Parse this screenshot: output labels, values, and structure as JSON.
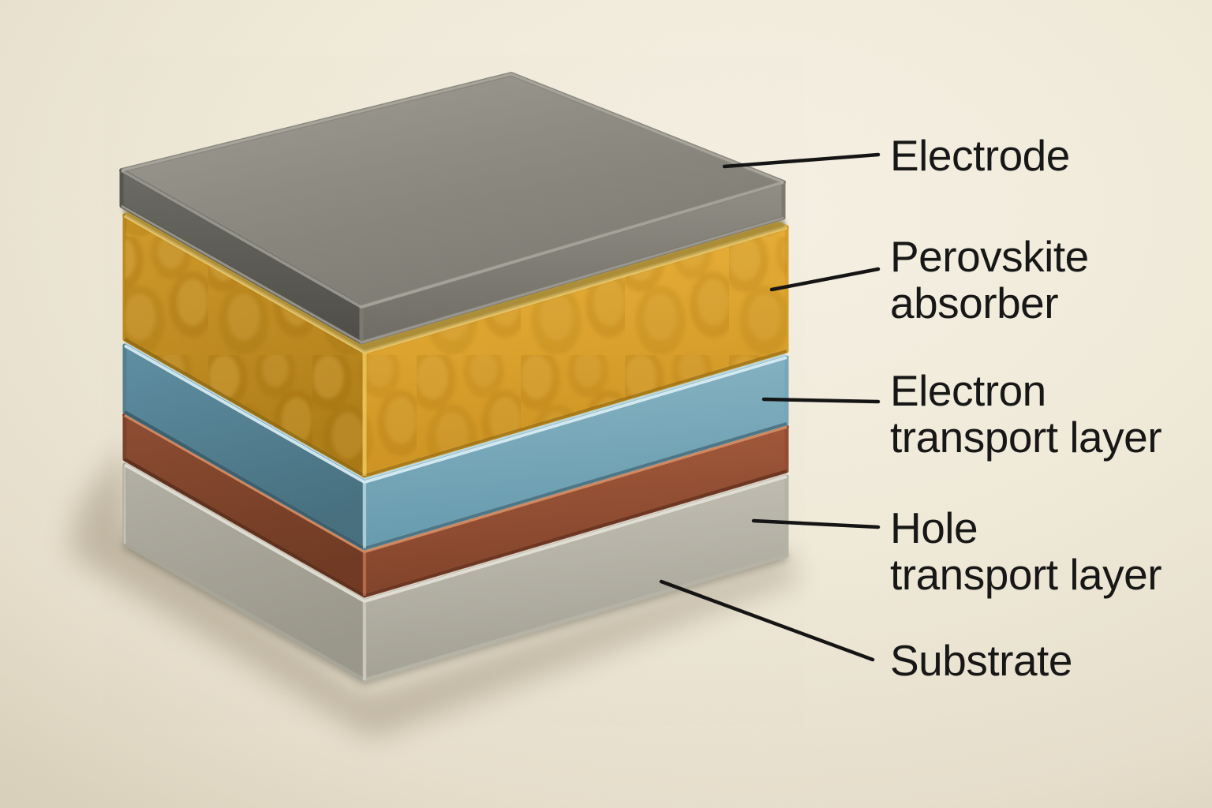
{
  "labels": [
    {
      "name": "electrode",
      "full_text": "Electrode",
      "lines": [
        "Electrode",
        ""
      ]
    },
    {
      "name": "perovskite-absorber",
      "full_text": "Perovskite absorber",
      "lines": [
        "Perovskite",
        "absorber"
      ]
    },
    {
      "name": "electron-transport-layer",
      "full_text": "Electron transport layer",
      "lines": [
        "Electron",
        "transport layer"
      ]
    },
    {
      "name": "hole-transport-layer",
      "full_text": "Hole transport layer",
      "lines": [
        "Hole",
        "transport layer"
      ]
    },
    {
      "name": "substrate",
      "full_text": "Substrate",
      "lines": [
        "Substrate",
        ""
      ]
    }
  ],
  "layers_top_to_bottom": [
    {
      "label": "Electrode",
      "color": "#8e8c83"
    },
    {
      "label": "Perovskite absorber",
      "color": "#e3ab32"
    },
    {
      "label": "Electron transport layer",
      "color": "#74a4b6"
    },
    {
      "label": "Hole transport layer",
      "color": "#96502f"
    },
    {
      "label": "Substrate",
      "color": "#b8b5aa"
    }
  ],
  "style": {
    "background_color": "#efe9db",
    "text_color": "#171717",
    "leader_line_color": "#151515"
  }
}
